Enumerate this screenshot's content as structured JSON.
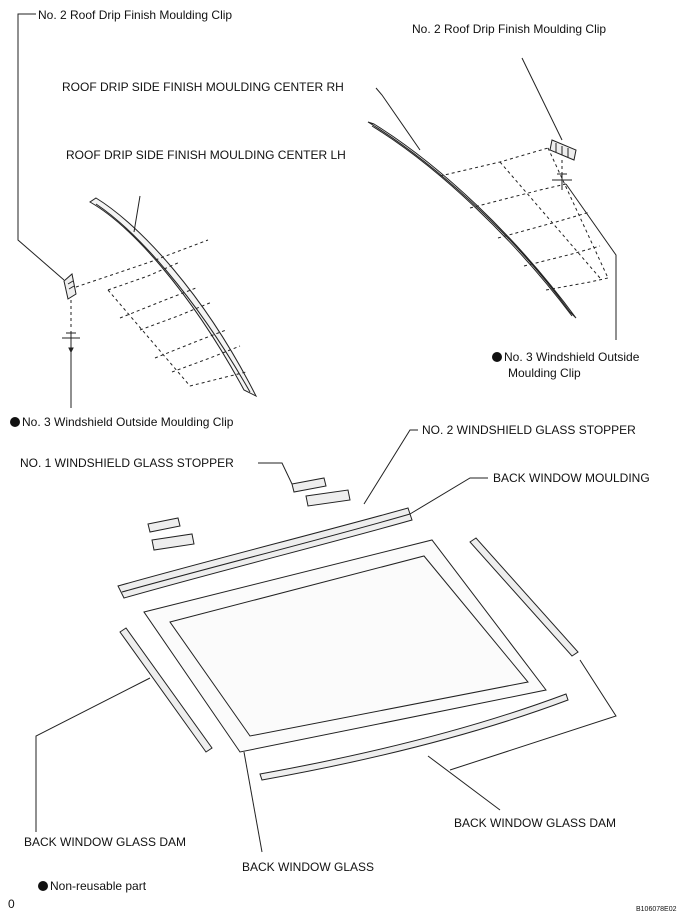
{
  "labels": {
    "roof_clip_left": "No. 2 Roof Drip Finish Moulding Clip",
    "roof_clip_right": "No. 2 Roof Drip Finish Moulding Clip",
    "moulding_rh": "ROOF DRIP SIDE FINISH MOULDING CENTER RH",
    "moulding_lh": "ROOF DRIP SIDE FINISH MOULDING CENTER LH",
    "ws_clip_right_line1": "No. 3 Windshield Outside",
    "ws_clip_right_line2": "Moulding Clip",
    "ws_clip_left": "No. 3 Windshield Outside Moulding Clip",
    "stopper_2": "NO. 2 WINDSHIELD GLASS STOPPER",
    "stopper_1": "NO. 1 WINDSHIELD GLASS STOPPER",
    "back_window_moulding": "BACK WINDOW MOULDING",
    "dam_left": "BACK WINDOW GLASS DAM",
    "dam_right": "BACK WINDOW GLASS DAM",
    "back_window_glass": "BACK WINDOW GLASS"
  },
  "legend": {
    "non_reusable": "Non-reusable part"
  },
  "footer": {
    "left_mark": "0",
    "figure_code": "B106078E02"
  }
}
